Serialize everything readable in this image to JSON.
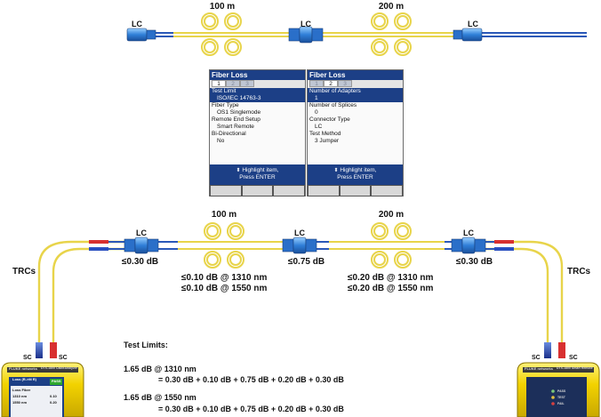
{
  "top_diagram": {
    "connectors": [
      "LC",
      "LC",
      "LC"
    ],
    "spools": [
      "100 m",
      "200 m"
    ]
  },
  "panels": [
    {
      "title": "Fiber Loss",
      "tabs": [
        "1",
        "2",
        "3"
      ],
      "active_tab": 0,
      "rows": [
        {
          "label": "Test Limit",
          "value": "ISO/IEC 14763-3",
          "selected": true
        },
        {
          "label": "Fiber Type",
          "value": "OS1 Singlemode",
          "selected": false
        },
        {
          "label": "Remote End Setup",
          "value": "Smart Remote",
          "selected": false
        },
        {
          "label": "Bi-Directional",
          "value": "No",
          "selected": false
        }
      ],
      "footer_line1": "Highlight item,",
      "footer_line2": "Press ENTER",
      "footer_icon": "up-down-arrows-icon"
    },
    {
      "title": "Fiber Loss",
      "tabs": [
        "1",
        "2",
        "3"
      ],
      "active_tab": 1,
      "rows": [
        {
          "label": "Number of Adapters",
          "value": "1",
          "selected": true
        },
        {
          "label": "Number of Splices",
          "value": "0",
          "selected": false
        },
        {
          "label": "Connector Type",
          "value": "LC",
          "selected": false
        },
        {
          "label": "Test Method",
          "value": "3 Jumper",
          "selected": false
        }
      ],
      "footer_line1": "Highlight item,",
      "footer_line2": "Press ENTER",
      "footer_icon": "up-down-arrows-icon"
    }
  ],
  "link_diagram": {
    "connectors": [
      "LC",
      "LC",
      "LC"
    ],
    "spools": [
      "100 m",
      "200 m"
    ],
    "connector_losses": [
      "≤0.30 dB",
      "≤0.75 dB",
      "≤0.30 dB"
    ],
    "spool1_losses": [
      "≤0.10 dB @ 1310 nm",
      "≤0.10 dB @ 1550 nm"
    ],
    "spool2_losses": [
      "≤0.20 dB @ 1310 nm",
      "≤0.20 dB @ 1550 nm"
    ],
    "trc_left": "TRCs",
    "trc_right": "TRCs",
    "sc_labels": [
      "SC",
      "SC",
      "SC",
      "SC"
    ]
  },
  "devices": {
    "left": {
      "brand": "FLUKE networks",
      "model": "DTX-1800 CableAnalyzer",
      "screen_title": "Loss (R->M R)",
      "status": "PASS",
      "rows": [
        "Loss Fiber",
        "1310 nm",
        "1550 nm"
      ],
      "values": [
        "0.10",
        "0.20"
      ]
    },
    "right": {
      "brand": "FLUKE networks",
      "model": "DTX-1800 Smart Remote",
      "leds": [
        "PASS",
        "TEST",
        "FAIL"
      ]
    }
  },
  "test_limits": {
    "heading": "Test Limits:",
    "line1a": "1.65 dB @ 1310 nm",
    "line1b": "= 0.30 dB + 0.10 dB + 0.75 dB + 0.20 dB + 0.30 dB",
    "line2a": "1.65 dB @ 1550 nm",
    "line2b": "= 0.30 dB + 0.10 dB + 0.75 dB + 0.20 dB + 0.30 dB"
  },
  "colors": {
    "fiber": "#e8d44a",
    "connector_blue": "#2a6fc9",
    "panel_blue": "#1c3f86",
    "device_yellow": "#f2d200",
    "red_boot": "#d83030",
    "blue_boot": "#2a4fc0"
  }
}
